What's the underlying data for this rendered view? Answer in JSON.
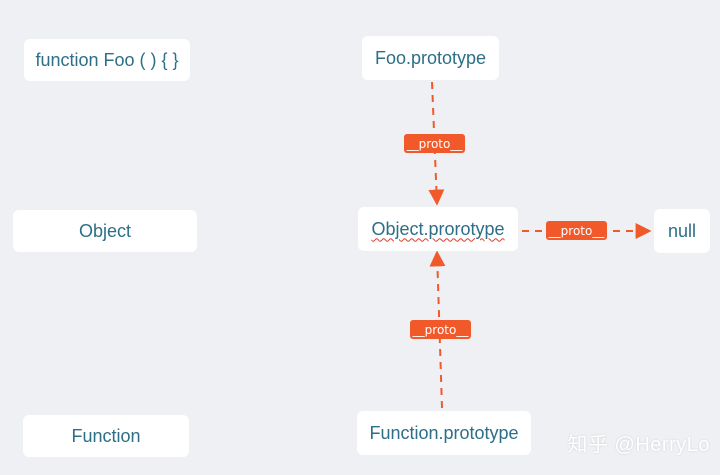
{
  "nodes": {
    "function_foo": "function Foo ( ) { }",
    "foo_prototype": "Foo.prototype",
    "object": "Object",
    "object_prototype": "Object.prorotype",
    "null": "null",
    "function": "Function",
    "function_prototype": "Function.prototype"
  },
  "edges": {
    "foo_to_object_label": "__proto__",
    "object_to_null_label": "__proto__",
    "function_to_object_label": "__proto__"
  },
  "watermark": "知乎 @HerryLo",
  "colors": {
    "accent": "#f2592a",
    "node_text": "#2c6f86",
    "background": "#eef0f3",
    "node_fill": "#ffffff"
  }
}
